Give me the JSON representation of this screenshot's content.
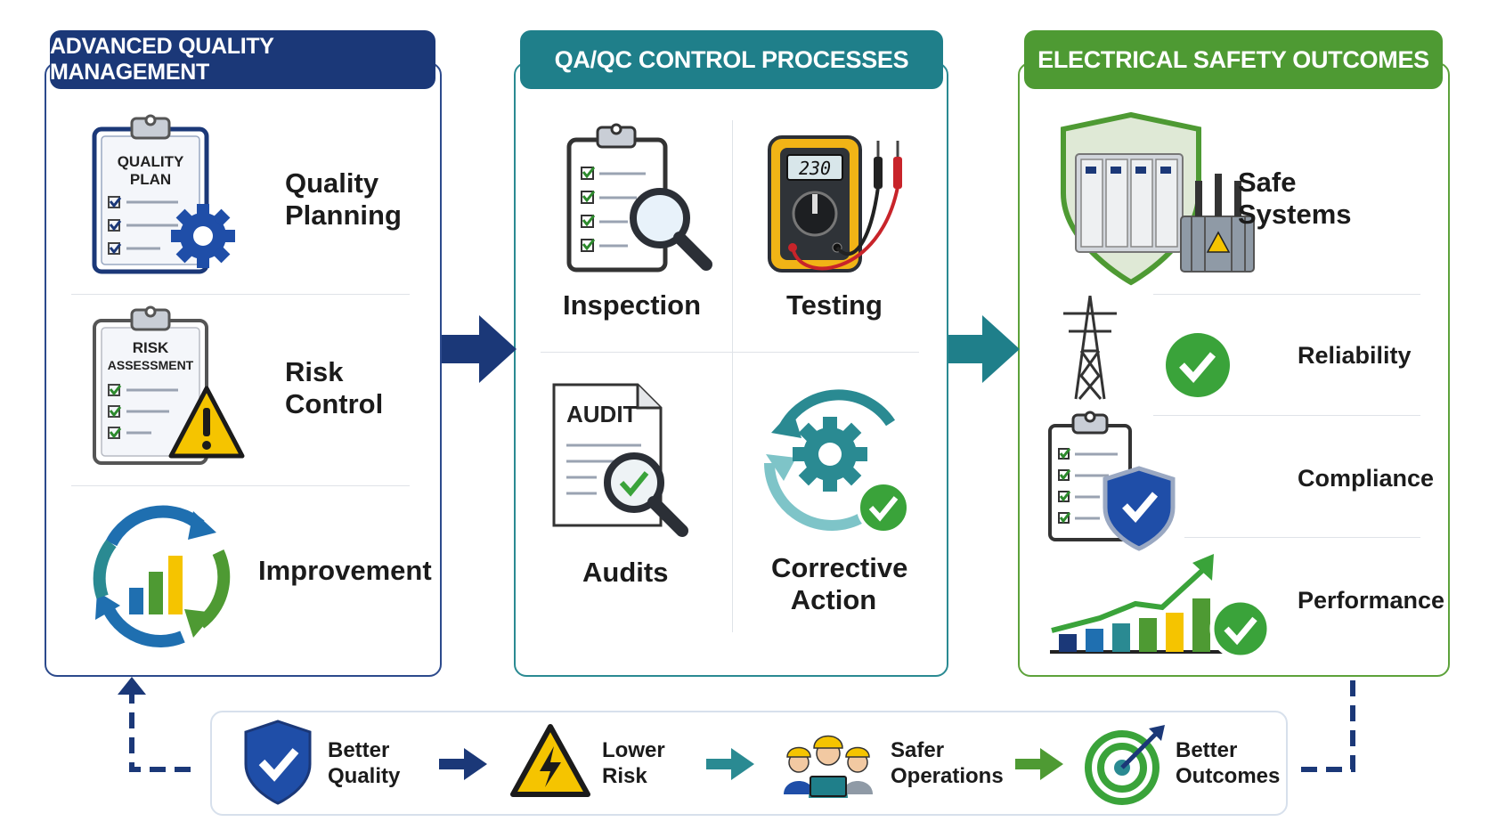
{
  "columns": {
    "management": {
      "header": "ADVANCED QUALITY MANAGEMENT",
      "items": [
        {
          "label_1": "Quality",
          "label_2": "Planning",
          "icon": "clipboard-gear-icon",
          "badge_1": "QUALITY",
          "badge_2": "PLAN"
        },
        {
          "label_1": "Risk",
          "label_2": "Control",
          "icon": "clipboard-warning-icon",
          "badge_1": "RISK",
          "badge_2": "ASSESSMENT"
        },
        {
          "label_1": "Improvement",
          "icon": "cycle-chart-icon"
        }
      ]
    },
    "processes": {
      "header": "QA/QC CONTROL PROCESSES",
      "items": [
        {
          "label_1": "Inspection",
          "icon": "clipboard-magnifier-icon"
        },
        {
          "label_1": "Testing",
          "icon": "multimeter-icon",
          "display": "230"
        },
        {
          "label_1": "Audits",
          "icon": "audit-document-icon",
          "badge_1": "AUDIT"
        },
        {
          "label_1": "Corrective",
          "label_2": "Action",
          "icon": "gear-cycle-check-icon"
        }
      ]
    },
    "outcomes": {
      "header": "ELECTRICAL SAFETY OUTCOMES",
      "items": [
        {
          "label_1": "Safe",
          "label_2": "Systems",
          "icon": "shield-switchgear-icon"
        },
        {
          "label_1": "Reliability",
          "icon": "tower-check-icon"
        },
        {
          "label_1": "Compliance",
          "icon": "clipboard-shield-icon"
        },
        {
          "label_1": "Performance",
          "icon": "growth-chart-check-icon"
        }
      ]
    }
  },
  "flow": [
    {
      "line_1": "Better",
      "line_2": "Quality",
      "icon": "shield-check-icon"
    },
    {
      "line_1": "Lower",
      "line_2": "Risk",
      "icon": "high-voltage-warning-icon"
    },
    {
      "line_1": "Safer",
      "line_2": "Operations",
      "icon": "workers-team-icon"
    },
    {
      "line_1": "Better",
      "line_2": "Outcomes",
      "icon": "target-arrow-icon"
    }
  ],
  "colors": {
    "navy": "#1b3878",
    "teal": "#1f7f8a",
    "green": "#4e9a33",
    "check_green": "#3aa33a",
    "warning_yellow": "#f5c400"
  }
}
